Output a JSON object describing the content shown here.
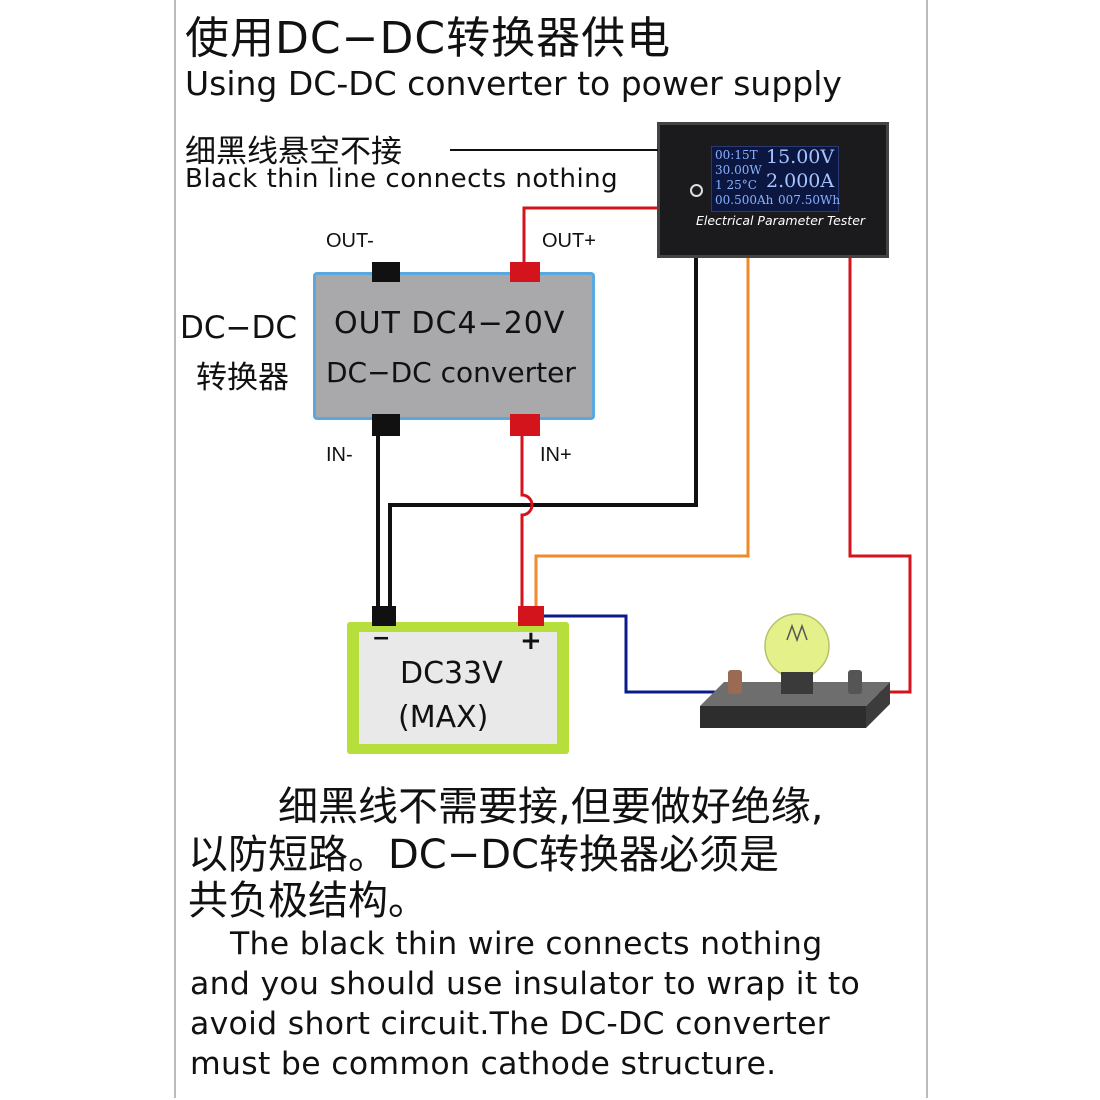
{
  "title_cn": "使用DC−DC转换器供电",
  "title_en": "Using DC-DC converter to power supply",
  "caption_cn": "细黑线悬空不接",
  "caption_en": "Black  thin  line connects  nothing",
  "meter": {
    "name": "Electrical Parameter Tester",
    "time": "00:15T",
    "power": "30.00W",
    "index_temp": "1   25°C",
    "voltage": "15.00V",
    "current": "2.000A",
    "capacity": "00.500Ah",
    "energy": "007.50Wh"
  },
  "converter": {
    "label_line1": "DC−DC",
    "label_line2": "转换器",
    "body_line1": "OUT  DC4−20V",
    "body_line2": "DC−DC converter",
    "out_minus": "OUT-",
    "out_plus": "OUT+",
    "in_minus": "IN-",
    "in_plus": "IN+"
  },
  "battery": {
    "minus": "−",
    "plus": "+",
    "voltage": "DC33V",
    "note": "(MAX)"
  },
  "note_cn": {
    "line1": "细黑线不需要接,但要做好绝缘,",
    "line2": "以防短路。DC−DC转换器必须是",
    "line3": "共负极结构。"
  },
  "note_en": {
    "line1": "The black thin wire connects nothing",
    "line2": "and you should use insulator to wrap it to",
    "line3": "avoid short circuit.The DC-DC converter",
    "line4": "must be common cathode structure."
  },
  "colors": {
    "converter_border": "#5aa8e0",
    "battery_frame": "#b6df3c",
    "wire_red": "#d4141c",
    "wire_black": "#111111",
    "wire_orange": "#f08a2a",
    "wire_blue": "#0a1c8a"
  }
}
